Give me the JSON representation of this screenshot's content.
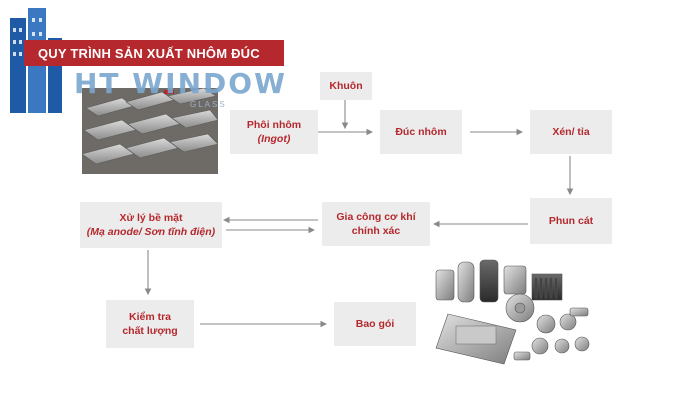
{
  "header": {
    "title": "QUY TRÌNH SẢN XUẤT NHÔM ĐÚC",
    "logo_text": "HT WINDOW",
    "logo_sub": "GLASS"
  },
  "steps": {
    "khuon": "Khuôn",
    "phoi_nhom": "Phôi nhôm",
    "phoi_nhom_sub": "(Ingot)",
    "duc_nhom": "Đúc nhôm",
    "xen_tia": "Xén/ tỉa",
    "phun_cat": "Phun cát",
    "gia_cong_1": "Gia công cơ khí",
    "gia_cong_2": "chính xác",
    "xu_ly": "Xử lý bề mặt",
    "xu_ly_sub": "(Mạ anode/ Sơn tĩnh điện)",
    "kiem_tra_1": "Kiểm tra",
    "kiem_tra_2": "chất lượng",
    "bao_goi": "Bao gói"
  },
  "colors": {
    "accent": "#b5282d",
    "box_bg": "#ececec",
    "arrow": "#8a8a8a"
  },
  "icons": [
    "building-logo-icon",
    "aluminum-ingot-image",
    "cast-parts-image"
  ]
}
